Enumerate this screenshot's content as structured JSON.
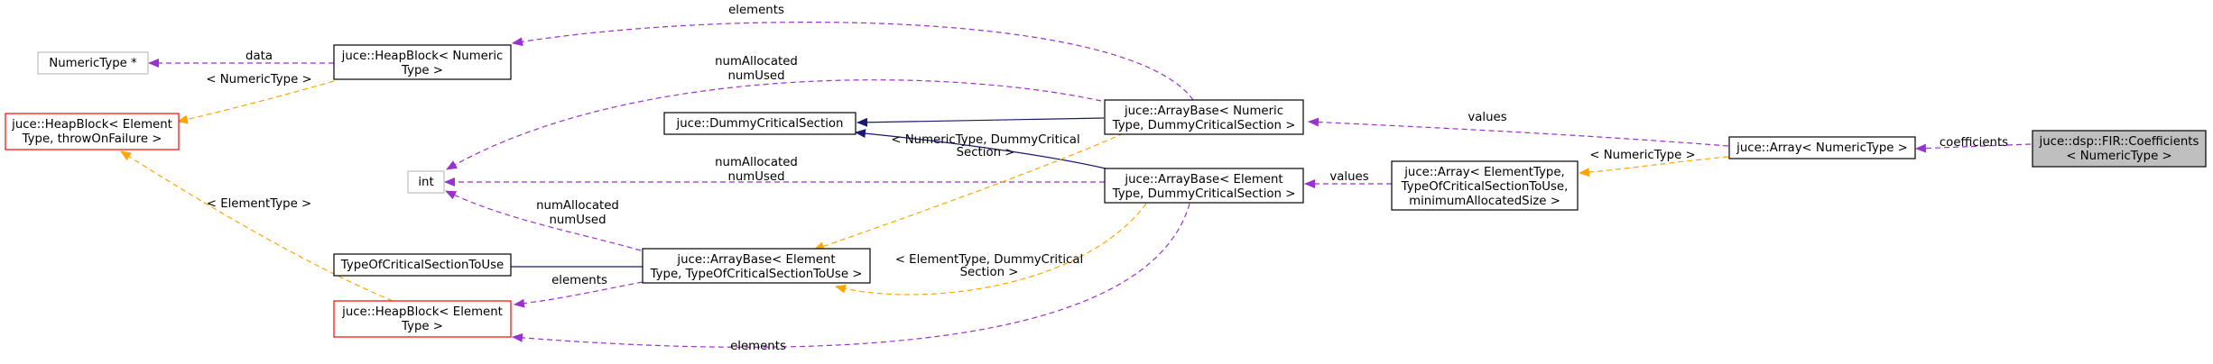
{
  "nodes": {
    "coefficients_class": {
      "lines": [
        "juce::dsp::FIR::Coefficients",
        "< NumericType >"
      ]
    },
    "array_numeric": {
      "lines": [
        "juce::Array< NumericType >"
      ]
    },
    "array_element": {
      "lines": [
        "juce::Array< ElementType,",
        "TypeOfCriticalSectionToUse,",
        "minimumAllocatedSize >"
      ]
    },
    "arraybase_numeric": {
      "lines": [
        "juce::ArrayBase< Numeric",
        "Type, DummyCriticalSection >"
      ]
    },
    "arraybase_element_dummy": {
      "lines": [
        "juce::ArrayBase< Element",
        "Type, DummyCriticalSection >"
      ]
    },
    "dummy_cs": {
      "lines": [
        "juce::DummyCriticalSection"
      ]
    },
    "int_type": {
      "lines": [
        "int"
      ]
    },
    "arraybase_element_tcs": {
      "lines": [
        "juce::ArrayBase< Element",
        "Type, TypeOfCriticalSectionToUse >"
      ]
    },
    "tcs_type": {
      "lines": [
        "TypeOfCriticalSectionToUse"
      ]
    },
    "heapblock_numeric": {
      "lines": [
        "juce::HeapBlock< Numeric",
        "Type >"
      ]
    },
    "numerictype_ptr": {
      "lines": [
        "NumericType *"
      ]
    },
    "heapblock_throw": {
      "lines": [
        "juce::HeapBlock< Element",
        "Type, throwOnFailure >"
      ]
    },
    "heapblock_element": {
      "lines": [
        "juce::HeapBlock< Element",
        "Type >"
      ]
    }
  },
  "edge_labels": {
    "coefficients": [
      "coefficients"
    ],
    "values_top": [
      "values"
    ],
    "numeric_type_template": [
      "< NumericType >"
    ],
    "values_mid": [
      "values"
    ],
    "elements_top": [
      "elements"
    ],
    "num_allocated_top": [
      "numAllocated",
      "numUsed"
    ],
    "num_allocated_mid": [
      "numAllocated",
      "numUsed"
    ],
    "num_allocated_low": [
      "numAllocated",
      "numUsed"
    ],
    "data": [
      "data"
    ],
    "numeric_type_heap": [
      "< NumericType >"
    ],
    "numeric_dummy_template": [
      "< NumericType, DummyCritical",
      "Section >"
    ],
    "element_dummy_template": [
      "< ElementType, DummyCritical",
      "Section >"
    ],
    "element_type_template": [
      "< ElementType >"
    ],
    "elements_low": [
      "elements"
    ],
    "elements_bottom": [
      "elements"
    ]
  },
  "colors": {
    "usage_edge": "#9a32cd",
    "template_edge": "#ffa500",
    "inheritance_edge": "#191970",
    "focus_fill": "#bfbfbf",
    "red_border": "#ff0000"
  }
}
